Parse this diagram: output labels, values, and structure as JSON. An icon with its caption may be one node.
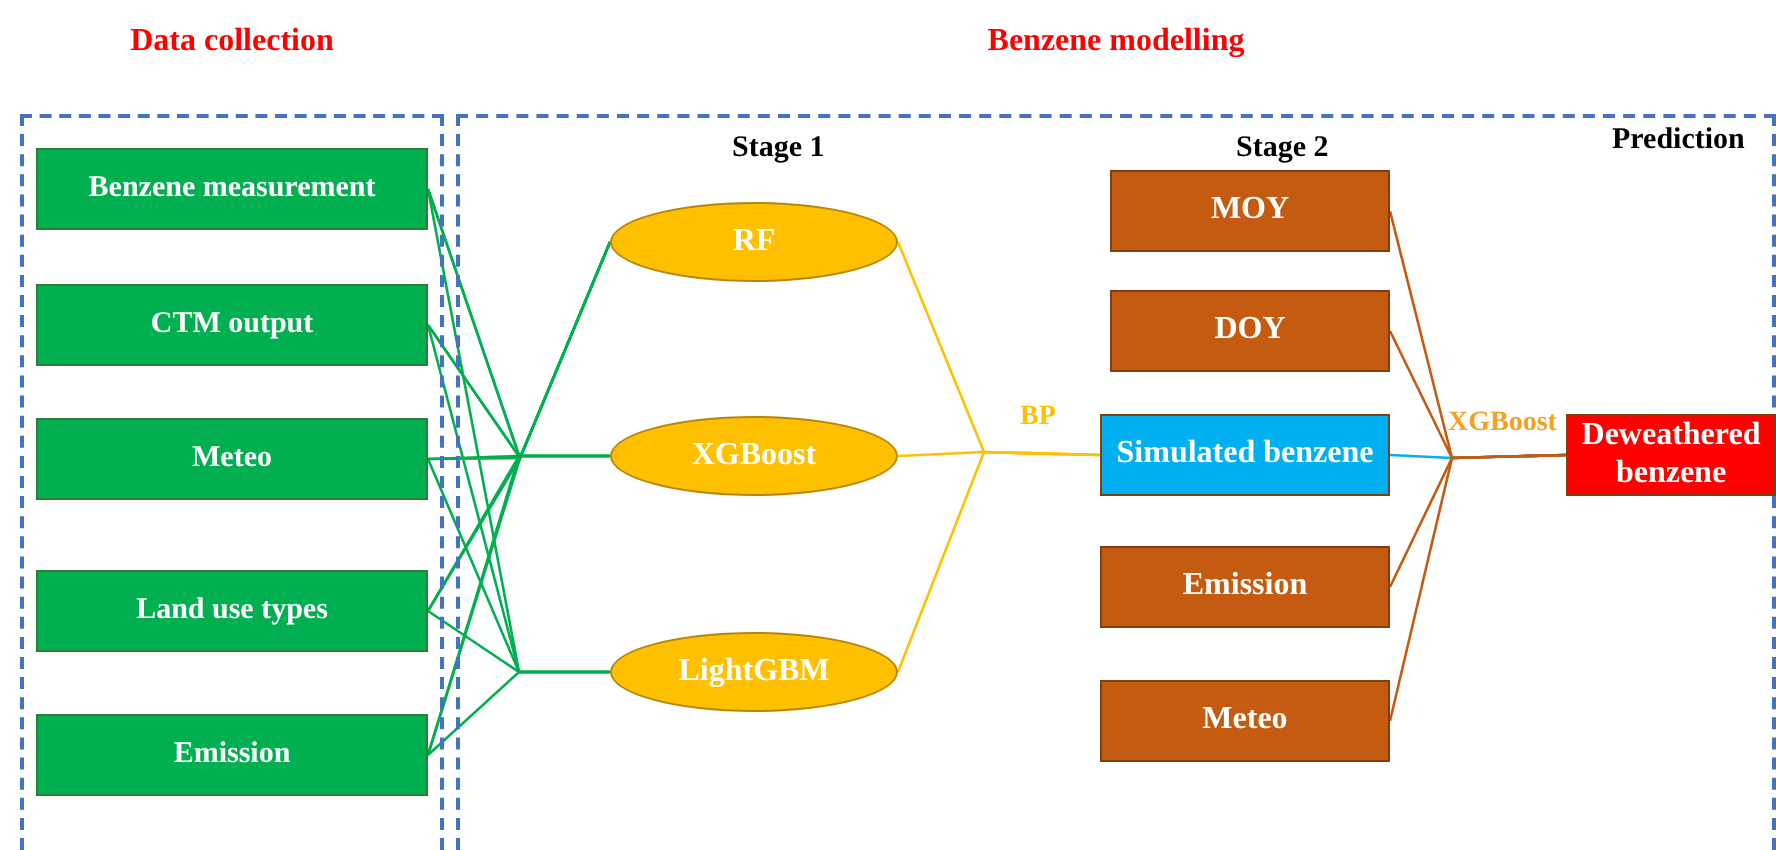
{
  "diagram": {
    "nodes": [
      {
        "text": [
          "Data collection"
        ]
      },
      {
        "text": [
          "Benzene modelling"
        ]
      },
      {
        "text": [
          "Benzene measurement"
        ],
        "in": 0
      },
      {
        "text": [
          "CTM output"
        ],
        "in": 0
      },
      {
        "text": [
          "Meteo"
        ],
        "in": 0
      },
      {
        "text": [
          "Land use types"
        ],
        "in": 0
      },
      {
        "text": [
          "Emission"
        ],
        "in": 0
      },
      {
        "text": [
          "RF"
        ],
        "in": 1
      },
      {
        "text": [
          "XGBoost"
        ],
        "in": 1
      },
      {
        "text": [
          "LightGBM"
        ],
        "in": 1
      },
      {
        "text": [
          "MOY"
        ],
        "in": 1
      },
      {
        "text": [
          "DOY"
        ],
        "in": 1
      },
      {
        "text": [
          "Simulated benzene"
        ],
        "in": 1
      },
      {
        "text": [
          "Emission"
        ],
        "in": 1
      },
      {
        "text": [
          "Meteo"
        ],
        "in": 1
      },
      {
        "text": [
          "Deweathered benzene"
        ],
        "in": 1
      }
    ],
    "edges": [
      {
        "from": 2,
        "to": 7,
        "arrow": "none"
      },
      {
        "from": 2,
        "to": 8,
        "arrow": "none"
      },
      {
        "from": 2,
        "to": 9,
        "arrow": "none"
      },
      {
        "from": 3,
        "to": 7,
        "arrow": "none"
      },
      {
        "from": 3,
        "to": 8,
        "arrow": "none"
      },
      {
        "from": 3,
        "to": 9,
        "arrow": "none"
      },
      {
        "from": 4,
        "to": 7,
        "arrow": "none"
      },
      {
        "from": 4,
        "to": 8,
        "arrow": "none"
      },
      {
        "from": 4,
        "to": 9,
        "arrow": "none"
      },
      {
        "from": 5,
        "to": 7,
        "arrow": "none"
      },
      {
        "from": 5,
        "to": 8,
        "arrow": "none"
      },
      {
        "from": 5,
        "to": 9,
        "arrow": "none"
      },
      {
        "from": 6,
        "to": 7,
        "arrow": "none"
      },
      {
        "from": 6,
        "to": 8,
        "arrow": "none"
      },
      {
        "from": 6,
        "to": 9,
        "arrow": "none"
      },
      {
        "from": 7,
        "to": 12,
        "arrow": "none",
        "color": "#ffc000"
      },
      {
        "from": 8,
        "to": 12,
        "arrow": "none",
        "color": "#ffc000",
        "label": "BP"
      },
      {
        "from": 9,
        "to": 12,
        "arrow": "none",
        "color": "#ffc000"
      },
      {
        "from": 10,
        "to": 15,
        "arrow": "none",
        "color": "#c55a11"
      },
      {
        "from": 11,
        "to": 15,
        "arrow": "none",
        "color": "#c55a11"
      },
      {
        "from": 12,
        "to": 15,
        "arrow": "none",
        "color": "#00b0f0",
        "label": "XGBoost"
      },
      {
        "from": 13,
        "to": 15,
        "arrow": "none",
        "color": "#c55a11"
      },
      {
        "from": 14,
        "to": 15,
        "arrow": "none",
        "color": "#c55a11"
      }
    ],
    "labels": [
      "Stage 1",
      "Stage 2",
      "Prediction"
    ]
  }
}
